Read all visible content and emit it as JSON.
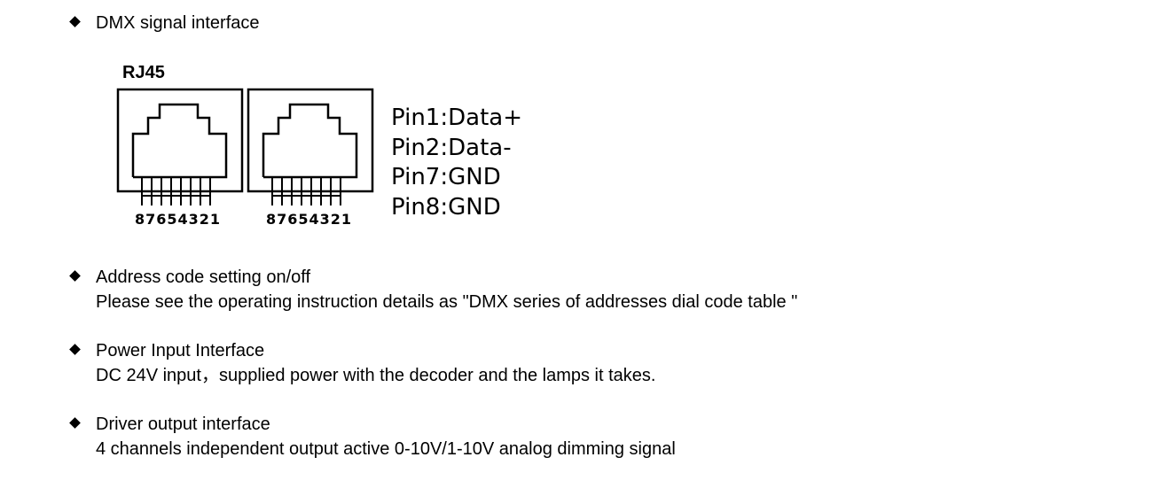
{
  "sections": [
    {
      "title": "DMX signal interface",
      "description": ""
    },
    {
      "title": "Address code setting on/off",
      "description": "Please see the operating instruction details as \"DMX series of addresses dial code table \""
    },
    {
      "title": "Power Input Interface",
      "description": "DC 24V input，supplied power with the decoder and the lamps it takes."
    },
    {
      "title": "Driver output interface",
      "description": "4 channels independent output active 0-10V/1-10V analog dimming signal"
    }
  ],
  "rj45": {
    "label": "RJ45",
    "pin_numbers": [
      "87654321",
      "87654321"
    ],
    "pins": [
      {
        "pin": "Pin1",
        "signal": "Data+"
      },
      {
        "pin": "Pin2",
        "signal": "Data-"
      },
      {
        "pin": "Pin7",
        "signal": "GND"
      },
      {
        "pin": "Pin8",
        "signal": "GND"
      }
    ]
  }
}
